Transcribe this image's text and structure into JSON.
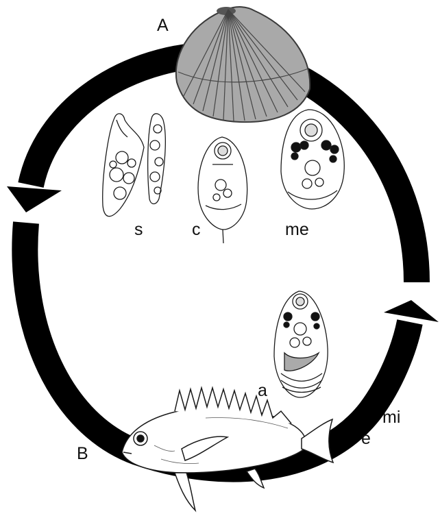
{
  "labels": {
    "A": "A",
    "B": "B",
    "s": "s",
    "c": "c",
    "me": "me",
    "a": "a",
    "mi": "mi",
    "e": "e"
  },
  "colors": {
    "arrow": "#000000",
    "shell_fill": "#a9a9a9",
    "shell_stroke": "#3a3a3a",
    "line_art": "#1a1a1a",
    "organ_dark": "#111111"
  },
  "icons": [
    "bivalve-shell-icon",
    "sporocyst-icon",
    "cercaria-icon",
    "metacercaria-icon",
    "adult-fluke-icon",
    "fish-host-icon"
  ]
}
